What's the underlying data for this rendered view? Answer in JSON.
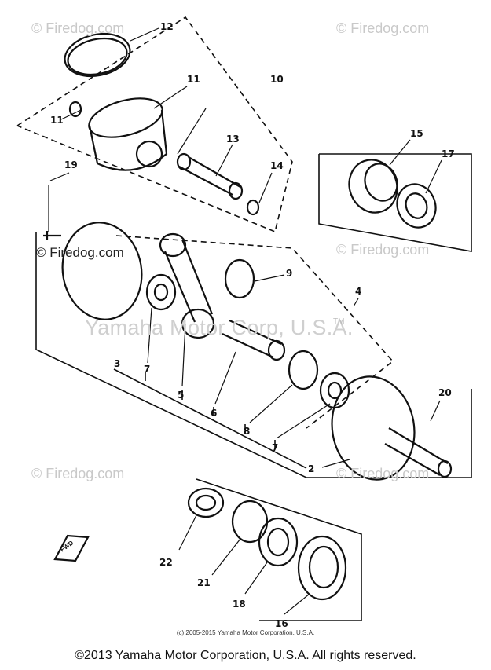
{
  "watermarks": {
    "site_label": "© Firedog.com",
    "center_label": "Yamaha Motor Corp, U.S.A.",
    "trademark": "TM"
  },
  "callouts": {
    "c2": "2",
    "c3": "3",
    "c4": "4",
    "c5": "5",
    "c6": "6",
    "c7a": "7",
    "c7b": "7",
    "c8": "8",
    "c9": "9",
    "c10": "10",
    "c11a": "11",
    "c11b": "11",
    "c12": "12",
    "c13": "13",
    "c14": "14",
    "c15": "15",
    "c16": "16",
    "c17": "17",
    "c18": "18",
    "c19": "19",
    "c20": "20",
    "c21": "21",
    "c22": "22"
  },
  "direction_marker": "FWD",
  "footer": {
    "small_copyright": "(c) 2005-2015 Yamaha Motor Corporation, U.S.A.",
    "copyright": "©2013 Yamaha Motor Corporation, U.S.A. All rights reserved."
  }
}
